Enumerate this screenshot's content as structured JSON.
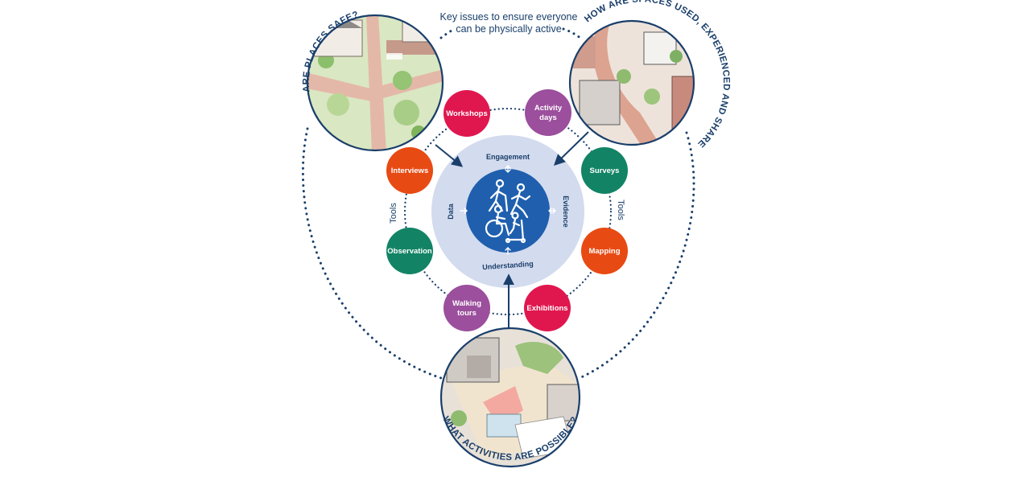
{
  "colors": {
    "navy": "#1a3f6b",
    "center_blue": "#1f5fae",
    "center_ring": "#d3dbee",
    "tool_red": "#e0174f",
    "tool_purple": "#9b4f9c",
    "tool_green": "#128465",
    "tool_orange": "#e84a14"
  },
  "header_note": {
    "line1": "Key issues to ensure everyone",
    "line2": "can be physically active"
  },
  "questions": {
    "top_left": "ARE PLACES SAFE?",
    "top_right": "HOW ARE SPACES USED, EXPERIENCED AND SHARED?",
    "bottom": "WHAT ACTIVITIES ARE POSSIBLE?"
  },
  "tools_ring_label_left": "Tools",
  "tools_ring_label_right": "Tools",
  "tools": [
    {
      "line1": "Workshops",
      "line2": "",
      "color": "#e0174f"
    },
    {
      "line1": "Activity",
      "line2": "days",
      "color": "#9b4f9c"
    },
    {
      "line1": "Surveys",
      "line2": "",
      "color": "#128465"
    },
    {
      "line1": "Mapping",
      "line2": "",
      "color": "#e84a14"
    },
    {
      "line1": "Exhibitions",
      "line2": "",
      "color": "#e0174f"
    },
    {
      "line1": "Walking",
      "line2": "tours",
      "color": "#9b4f9c"
    },
    {
      "line1": "Observation",
      "line2": "",
      "color": "#128465"
    },
    {
      "line1": "Interviews",
      "line2": "",
      "color": "#e84a14"
    }
  ],
  "center": {
    "top": "Engagement",
    "left": "Data",
    "right": "Evidence",
    "bottom": "Understanding",
    "icon": "people-activity-icon"
  },
  "illustrations": {
    "top_left": "park-crossing-illustration",
    "top_right": "street-buildings-illustration",
    "bottom": "plaza-activities-illustration"
  }
}
